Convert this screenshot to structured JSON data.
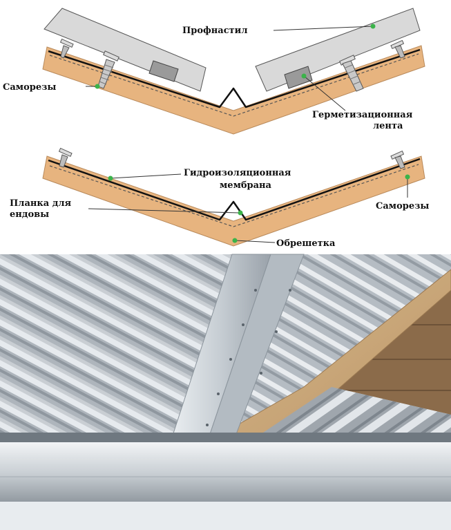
{
  "diagram_top": {
    "labels": {
      "profnastil": "Профнастил",
      "samorezy": "Саморезы",
      "germ_line1": "Герметизационная",
      "germ_line2": "лента"
    }
  },
  "diagram_bottom": {
    "labels": {
      "gidro_line1": "Гидроизоляционная",
      "gidro_line2": "мембрана",
      "planka_line1": "Планка для",
      "planka_line2": "ендовы",
      "samorezy": "Саморезы",
      "obreshetka": "Обрешетка"
    }
  },
  "colors": {
    "wood": "#e7b47f",
    "wood_edge": "#b8895a",
    "sheet": "#d9d9d9",
    "tape": "#9a9a9a",
    "marker": "#3bb34a",
    "photo_sky": "#cfd6dc"
  }
}
